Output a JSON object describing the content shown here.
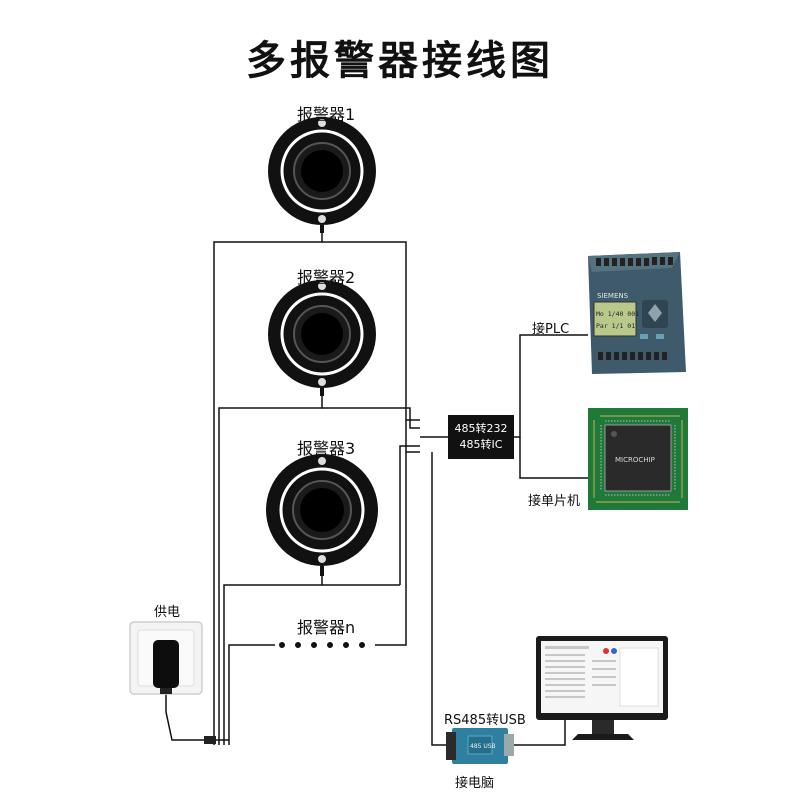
{
  "title": "多报警器接线图",
  "alarms": [
    "报警器1",
    "报警器2",
    "报警器3",
    "报警器n"
  ],
  "power_label": "供电",
  "converter": {
    "line1": "485转232",
    "line2": "485转IC"
  },
  "targets": {
    "plc": "接PLC",
    "mcu": "接单片机",
    "pc": "接电脑",
    "usb_converter": "RS485转USB"
  },
  "plc_screen": {
    "line1": "Mo 1/40 001",
    "line2": "Par 1/1 01"
  },
  "plc_brand": "SIEMENS",
  "chip_brand": "MICROCHIP",
  "usb_module_text": "485 USB",
  "colors": {
    "wire": "#111111",
    "converter_bg": "#111111",
    "plc_body": "#3f5a6a",
    "pcb": "#1f7a3a",
    "chip": "#2a2a2a"
  }
}
